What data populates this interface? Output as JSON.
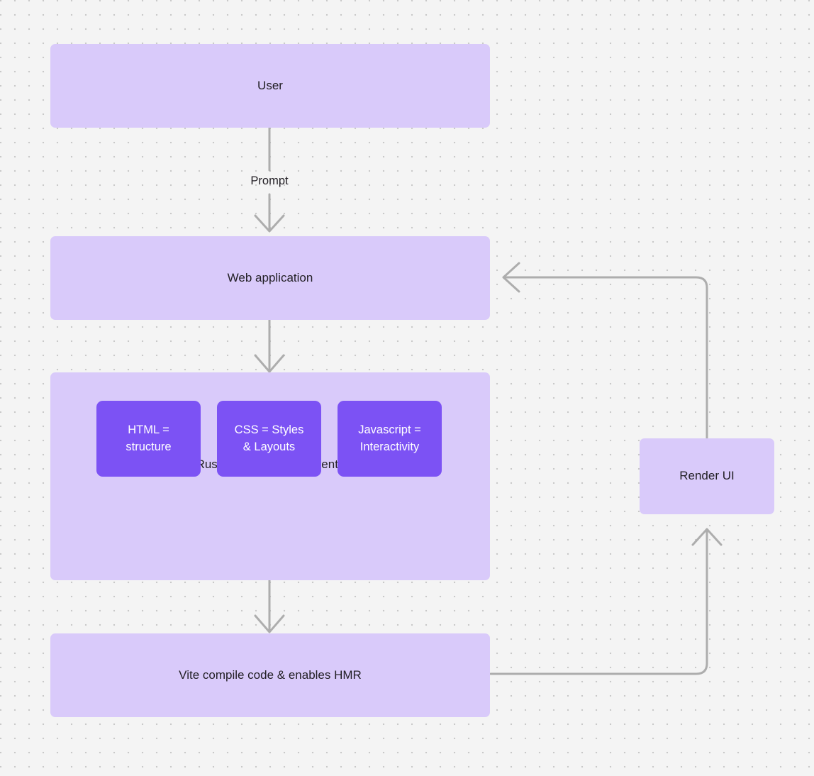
{
  "diagram": {
    "background_color": "#f4f4f4",
    "dot_color": "#c9c9c9",
    "node_fill_light": "#d9cafa",
    "node_fill_dark": "#7c52f4",
    "connector_color": "#adadad",
    "text_color": "#232026"
  },
  "nodes": {
    "user": {
      "label": "User"
    },
    "web_application": {
      "label": "Web application"
    },
    "components_group": {
      "label": "Rusable React components"
    },
    "html": {
      "label": "HTML =\nstructure",
      "line1": "HTML =",
      "line2": "structure"
    },
    "css": {
      "label": "CSS = Styles\n& Layouts",
      "line1": "CSS = Styles",
      "line2": "& Layouts"
    },
    "javascript": {
      "label": "Javascript =\nInteractivity",
      "line1": "Javascript =",
      "line2": "Interactivity"
    },
    "vite": {
      "label": "Vite compile code & enables HMR"
    },
    "render_ui": {
      "label": "Render UI"
    }
  },
  "edges": {
    "user_to_web": {
      "label": "Prompt"
    },
    "web_to_components": {
      "label": ""
    },
    "components_to_vite": {
      "label": ""
    },
    "vite_to_render": {
      "label": ""
    },
    "render_to_web": {
      "label": ""
    }
  }
}
